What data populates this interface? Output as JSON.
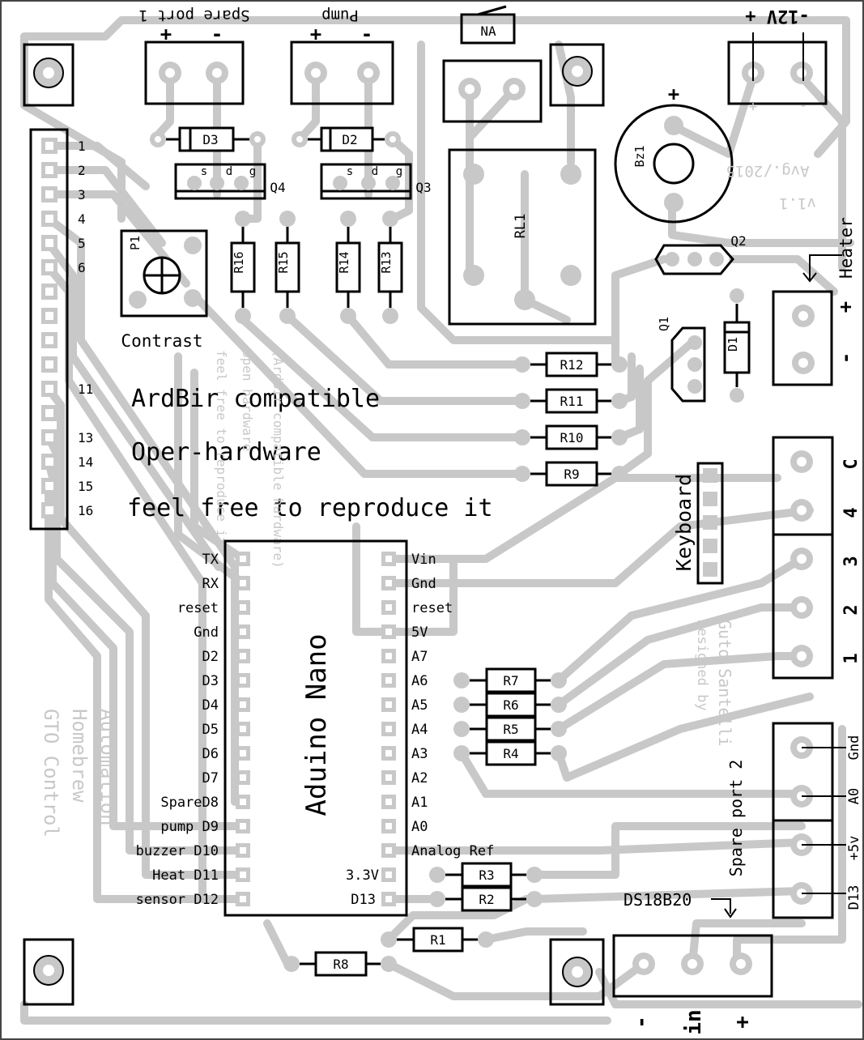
{
  "colors": {
    "board": "#ffffff",
    "copper": "#c8c8c8",
    "silk": "#000000",
    "outline": "#444444"
  },
  "top_labels": {
    "spare1": "Spare port 1",
    "pump": "Pump",
    "na": "NA",
    "power": "-12V +",
    "plus": "+",
    "minus": "-"
  },
  "lcd_pins": [
    "1",
    "2",
    "3",
    "4",
    "5",
    "6",
    "11",
    "13",
    "14",
    "15",
    "16"
  ],
  "components": {
    "d3": "D3",
    "d2": "D2",
    "q4": "Q4",
    "q3": "Q3",
    "sdg": [
      "s",
      "d",
      "g"
    ],
    "p1": "P1",
    "contrast": "Contrast",
    "r16": "R16",
    "r15": "R15",
    "r14": "R14",
    "r13": "R13",
    "rl1": "RL1",
    "bz1": "Bz1",
    "q2": "Q2",
    "q1": "Q1",
    "d1": "D1",
    "r12": "R12",
    "r11": "R11",
    "r10": "R10",
    "r9": "R9",
    "r7": "R7",
    "r6": "R6",
    "r5": "R5",
    "r4": "R4",
    "r3": "R3",
    "r2": "R2",
    "r1": "R1",
    "r8": "R8"
  },
  "version": {
    "date": "Avg./2015",
    "ver": "v1.1"
  },
  "heater": {
    "label": "Heater",
    "plus": "+",
    "minus": "-"
  },
  "body_text": [
    "ArdBir compatible",
    "Oper-hardware",
    "feel free to reproduce it"
  ],
  "mirror_text": [
    "feel free to reproduce it",
    "open hardware",
    "(ArdBir compatible hardware)"
  ],
  "left_credit": [
    "GTO Control",
    "Homebrew",
    "Automation"
  ],
  "designer": [
    "Designed by",
    "Guto Santelli"
  ],
  "nano": {
    "title": "Aduino Nano",
    "left_pins": [
      "TX",
      "RX",
      "reset",
      "Gnd",
      "D2",
      "D3",
      "D4",
      "D5",
      "D6",
      "D7",
      "SpareD8",
      "pump D9",
      "buzzer D10",
      "Heat D11",
      "sensor D12"
    ],
    "right_pins": [
      "Vin",
      "Gnd",
      "reset",
      "5V",
      "A7",
      "A6",
      "A5",
      "A4",
      "A3",
      "A2",
      "A1",
      "A0",
      "Analog Ref",
      "3.3V",
      "D13"
    ]
  },
  "keyboard": {
    "label": "Keyboard",
    "pins": [
      "C",
      "4",
      "3",
      "2",
      "1"
    ]
  },
  "spare2": {
    "label": "Spare port 2",
    "pins": [
      "Gnd",
      "A0",
      "+5v",
      "D13"
    ]
  },
  "ds18b20": "DS18B20",
  "input": {
    "labels": [
      "-",
      "in",
      "+"
    ]
  }
}
